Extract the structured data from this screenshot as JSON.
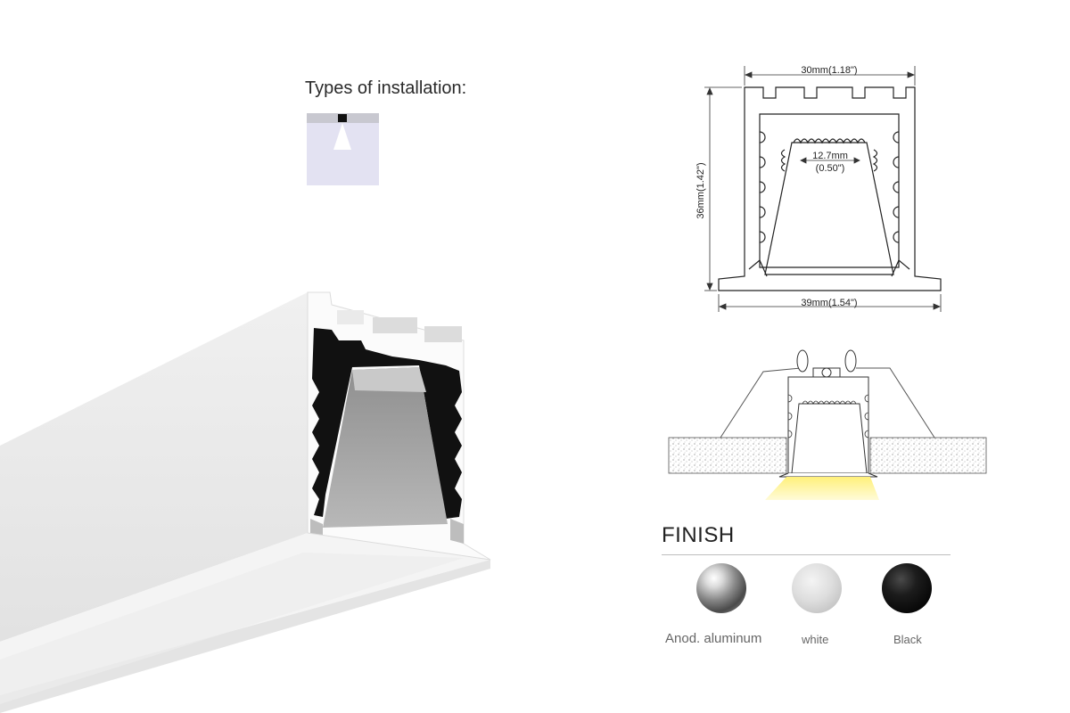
{
  "installation": {
    "title": "Types of installation:"
  },
  "dimensions": {
    "top_width": "30mm(1.18\")",
    "height": "36mm(1.42\")",
    "inner_width_mm": "12.7mm",
    "inner_width_in": "(0.50\")",
    "bottom_width": "39mm(1.54\")"
  },
  "finish": {
    "title": "FINISH",
    "options": [
      {
        "label": "Anod. aluminum",
        "color": "#9a9a9a"
      },
      {
        "label": "white",
        "color": "#dedede"
      },
      {
        "label": "Black",
        "color": "#111111"
      }
    ]
  }
}
